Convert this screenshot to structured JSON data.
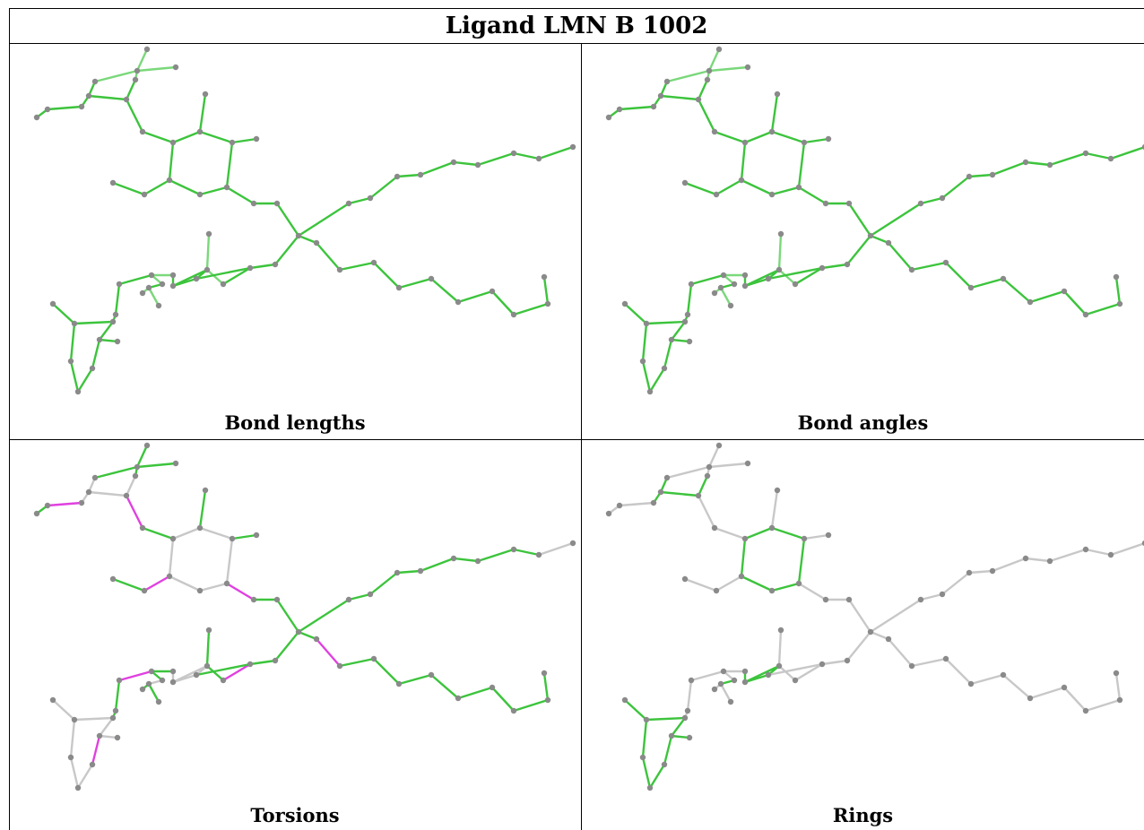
{
  "title": "Ligand LMN B 1002",
  "panels": [
    {
      "caption": "Bond lengths",
      "mode": "all-green"
    },
    {
      "caption": "Bond angles",
      "mode": "all-green"
    },
    {
      "caption": "Torsions",
      "mode": "torsions"
    },
    {
      "caption": "Rings",
      "mode": "rings"
    }
  ],
  "colors": {
    "good": "#3cc43c",
    "light_good": "#7ad87a",
    "outlier": "#e040e0",
    "neutral": "#c8c8c8",
    "atom": "#8a8a8a"
  }
}
